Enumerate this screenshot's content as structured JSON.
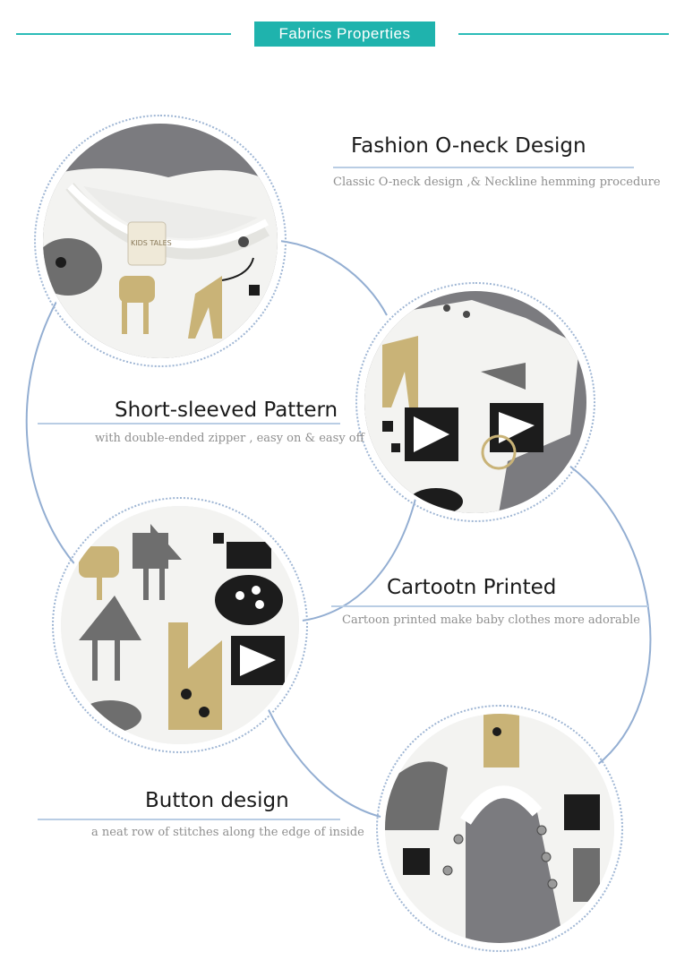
{
  "header": {
    "badge_label": "Fabrics Properties"
  },
  "features": [
    {
      "title": "Fashion O-neck Design",
      "subtitle": "Classic O-neck design ,& Neckline hemming procedure"
    },
    {
      "title": "Short-sleeved Pattern",
      "subtitle": "with double-ended zipper , easy on & easy off"
    },
    {
      "title": "Cartootn Printed",
      "subtitle": "Cartoon printed  make baby clothes  more  adorable"
    },
    {
      "title": "Button design",
      "subtitle": "a neat row of stitches along the edge of inside"
    }
  ],
  "tag_text": "KIDS TALES",
  "colors": {
    "accent": "#1fb3ad",
    "rule": "#b9cde4",
    "connector": "#93aed2",
    "fabric": "#f3f3f1",
    "backdrop": "#7b7b7f",
    "ink": "#1c1c1c",
    "mustard": "#c9b377",
    "gray_print": "#6e6e6e"
  }
}
